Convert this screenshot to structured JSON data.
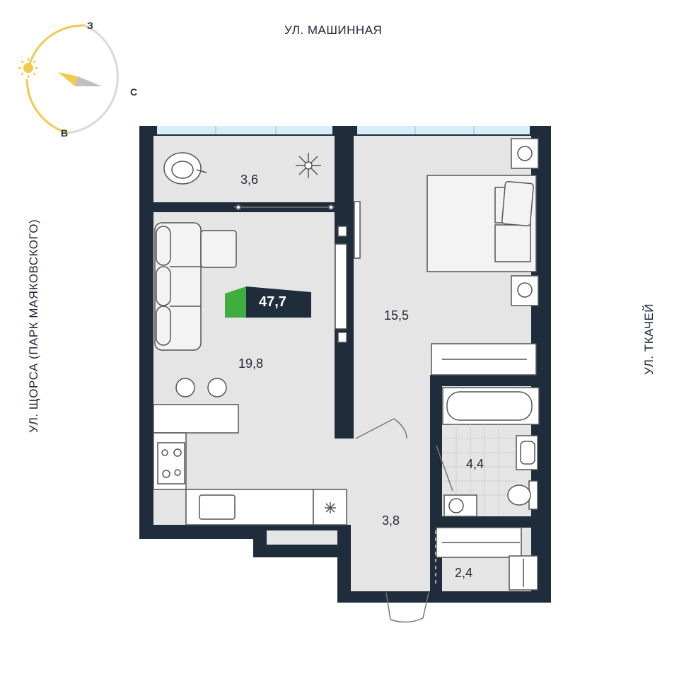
{
  "streets": {
    "top": "УЛ. МАШИННАЯ",
    "right": "УЛ. ТКАЧЕЙ",
    "left": "УЛ. ЩОРСА (ПАРК МАЯКОВСКОГО)"
  },
  "total_area": "47,7",
  "rooms": {
    "balcony": "3,6",
    "living": "19,8",
    "bedroom": "15,5",
    "hall": "3,8",
    "bathroom": "4,4",
    "storage": "2,4"
  },
  "compass": {
    "west": "З",
    "north": "С",
    "east": "В"
  },
  "colors": {
    "wall": "#1f2c3c",
    "floor": "#e5e5e5",
    "window": "#d7eef8",
    "badge_green": "#3fae3f",
    "badge_dark": "#1f2c3c",
    "sun": "#f2c94c"
  }
}
